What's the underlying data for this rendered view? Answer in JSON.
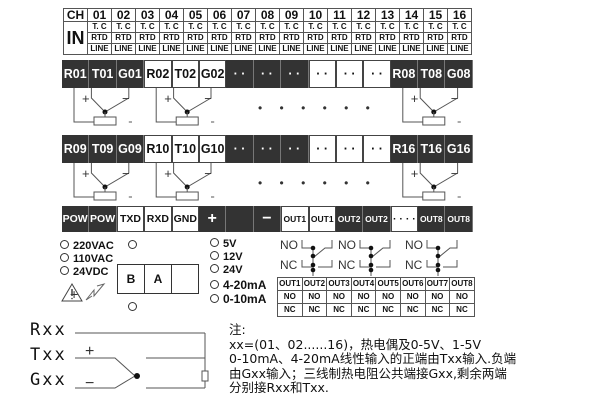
{
  "input_table": {
    "ch_label": "CH",
    "in_label": "IN",
    "channels": [
      "01",
      "02",
      "03",
      "04",
      "05",
      "06",
      "07",
      "08",
      "09",
      "10",
      "11",
      "12",
      "13",
      "14",
      "15",
      "16"
    ],
    "types": [
      "T. C",
      "RTD",
      "LINE"
    ]
  },
  "terminal_row_1": [
    {
      "label": "R01",
      "dark": true
    },
    {
      "label": "T01",
      "dark": true
    },
    {
      "label": "G01",
      "dark": true
    },
    {
      "label": "R02",
      "dark": false
    },
    {
      "label": "T02",
      "dark": false
    },
    {
      "label": "G02",
      "dark": false
    },
    {
      "label": "· ·",
      "dark": true
    },
    {
      "label": "· ·",
      "dark": true
    },
    {
      "label": "· ·",
      "dark": true
    },
    {
      "label": "· ·",
      "dark": false
    },
    {
      "label": "· ·",
      "dark": false
    },
    {
      "label": "· ·",
      "dark": false
    },
    {
      "label": "R08",
      "dark": true
    },
    {
      "label": "T08",
      "dark": true
    },
    {
      "label": "G08",
      "dark": true
    }
  ],
  "terminal_row_2": [
    {
      "label": "R09",
      "dark": true
    },
    {
      "label": "T09",
      "dark": true
    },
    {
      "label": "G09",
      "dark": true
    },
    {
      "label": "R10",
      "dark": false
    },
    {
      "label": "T10",
      "dark": false
    },
    {
      "label": "G10",
      "dark": false
    },
    {
      "label": "· ·",
      "dark": true
    },
    {
      "label": "· ·",
      "dark": true
    },
    {
      "label": "· ·",
      "dark": true
    },
    {
      "label": "· ·",
      "dark": false
    },
    {
      "label": "· ·",
      "dark": false
    },
    {
      "label": "· ·",
      "dark": false
    },
    {
      "label": "R16",
      "dark": true
    },
    {
      "label": "T16",
      "dark": true
    },
    {
      "label": "G16",
      "dark": true
    }
  ],
  "terminal_row_3": [
    {
      "label": "POW",
      "dark": true
    },
    {
      "label": "POW",
      "dark": true
    },
    {
      "label": "TXD",
      "dark": false
    },
    {
      "label": "RXD",
      "dark": false
    },
    {
      "label": "GND",
      "dark": false
    },
    {
      "label": "+",
      "dark": true
    },
    {
      "label": "",
      "dark": true
    },
    {
      "label": "−",
      "dark": true
    },
    {
      "label": "OUT1",
      "dark": false
    },
    {
      "label": "OUT1",
      "dark": false
    },
    {
      "label": "OUT2",
      "dark": true
    },
    {
      "label": "OUT2",
      "dark": true
    },
    {
      "label": "· · · ·",
      "dark": false
    },
    {
      "label": "OUT8",
      "dark": true
    },
    {
      "label": "OUT8",
      "dark": true
    }
  ],
  "wiring_labels": {
    "plus": "+",
    "minus": "−",
    "dots": "• • • • • •"
  },
  "power_options": [
    "220VAC",
    "110VAC",
    "24VDC"
  ],
  "comm_box": [
    "B",
    "A",
    ""
  ],
  "signal_options": [
    "5V",
    "12V",
    "24V",
    "4-20mA",
    "0-10mA"
  ],
  "relay": {
    "no": "NO",
    "nc": "NC"
  },
  "output_table": {
    "headers": [
      "OUT1",
      "OUT2",
      "OUT3",
      "OUT4",
      "OUT5",
      "OUT6",
      "OUT7",
      "OUT8"
    ],
    "row_no": "NO",
    "row_nc": "NC"
  },
  "legend": {
    "r": "Rxx",
    "t": "Txx",
    "g": "Gxx",
    "plus": "+",
    "minus": "−"
  },
  "note": {
    "title": "注:",
    "lines": [
      "xx=(01、02......16)，热电偶及0-5V、1-5V",
      "0-10mA、4-20mA线性输入的正端由Txx输入.负端",
      "由Gxx输入；三线制热电阻公共端接Gxx,剩余两端",
      "分别接Rxx和Txx."
    ]
  },
  "colors": {
    "dark_terminal": "#333333",
    "light_terminal": "#ffffff",
    "line": "#555555"
  }
}
